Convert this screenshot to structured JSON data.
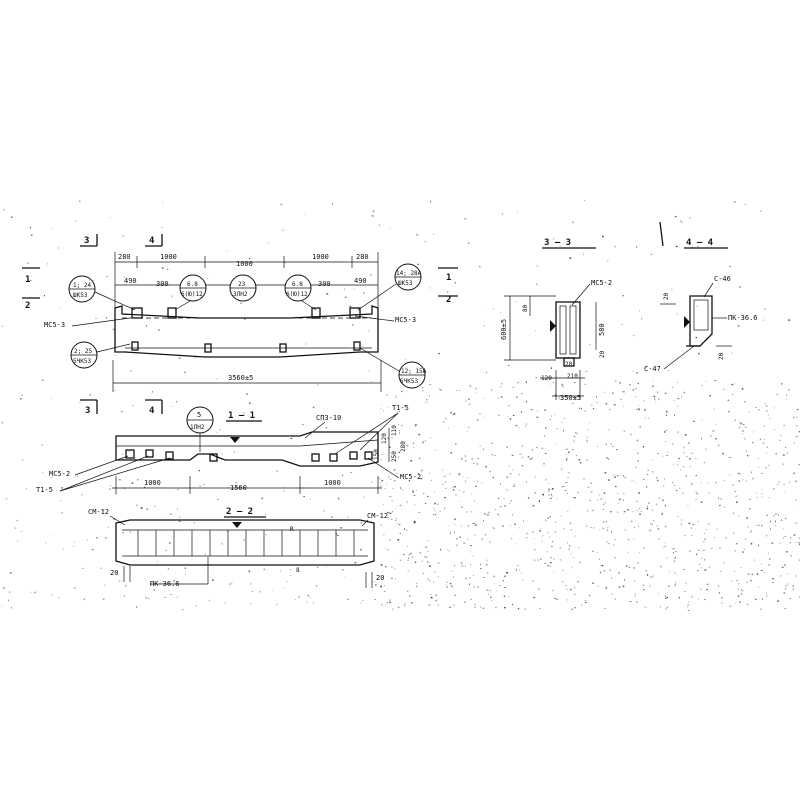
{
  "elevation": {
    "section_marks": {
      "left_top": "3",
      "left_mid": "4",
      "bottom_left": "3",
      "bottom_mid": "4",
      "side_top": "1",
      "side_bot": "2",
      "right_top": "1",
      "right_bot": "2"
    },
    "dims_top": {
      "d280_left": "280",
      "d1000_a": "1000",
      "d1000_b": "1000",
      "d1000_c": "1000",
      "d280_right": "280",
      "d490_left": "490",
      "d300_left": "300",
      "d300_right": "300",
      "d490_right": "490"
    },
    "callouts": {
      "c1": {
        "top": "1; 24",
        "bot": "ШК53"
      },
      "c2": {
        "top": "6.8",
        "bot": "6(Ю)12"
      },
      "c3": {
        "top": "23",
        "bot": "3ЛН2"
      },
      "c4": {
        "top": "6.8",
        "bot": "6(Ю)12"
      },
      "c5": {
        "top": "14; 28А",
        "bot": "ШК53"
      },
      "c6": {
        "top": "2; 25",
        "bot": "5ЧК53"
      },
      "c7": {
        "top": "12; 15А",
        "bot": "5ЧК53"
      }
    },
    "labels": {
      "mc_left": "МС5-3",
      "mc_right": "МС5-3"
    },
    "overall": "3560±5"
  },
  "section1": {
    "title": "1 — 1",
    "callout": {
      "top": "5",
      "bot": "1ЛН2"
    },
    "labels": {
      "spz": "СПЗ-10",
      "t1_top": "Т1-5",
      "mc_left": "МС5-2",
      "t1_left": "Т1-5",
      "mc_right": "МС5-2"
    },
    "dims": {
      "d1000_left": "1000",
      "d1560": "1560",
      "d1000_right": "1000",
      "v120": "120",
      "v110": "110",
      "v280": "280",
      "v150": "150",
      "v250": "250"
    }
  },
  "section2": {
    "title": "2 — 2",
    "labels": {
      "sm_left": "СМ-12",
      "sm_right": "СМ-12",
      "pk": "ПК-36.6",
      "d20_left": "20",
      "d20_right": "20",
      "mark_r": "R",
      "mark_s": "8"
    }
  },
  "section3": {
    "title": "3 — 3",
    "labels": {
      "mc": "МС5-2"
    },
    "dims": {
      "h600": "600±5",
      "h80": "80",
      "h580": "580",
      "h20": "20",
      "w20": "20",
      "w120": "120",
      "w210": "210",
      "w350": "350±5"
    }
  },
  "section4": {
    "title": "4 — 4",
    "labels": {
      "c46": "С-46",
      "pk": "ПК-36.6",
      "c47": "С-47"
    },
    "dims": {
      "d20_top": "20",
      "d20_bot": "20"
    }
  }
}
